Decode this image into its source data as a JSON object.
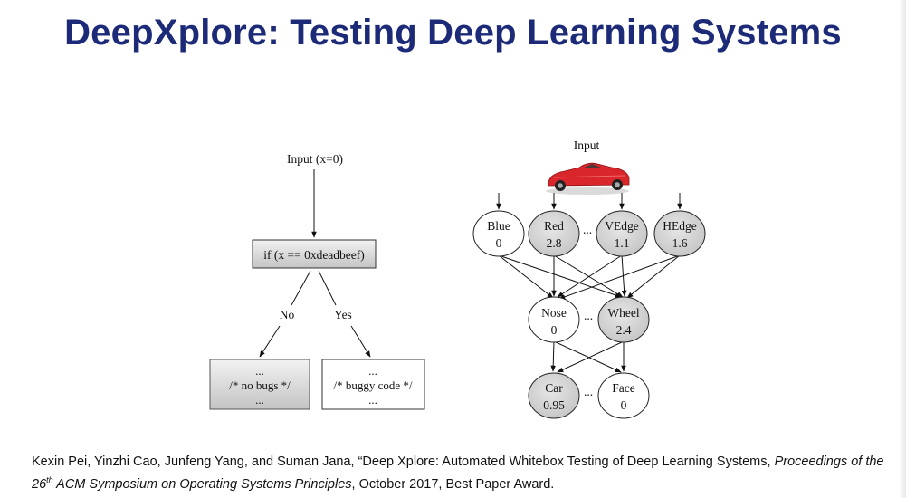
{
  "title": "DeepXplore: Testing Deep Learning Systems",
  "program_diagram": {
    "input_label": "Input (x=0)",
    "condition": "if (x == 0xdeadbeef)",
    "no_label": "No",
    "yes_label": "Yes",
    "no_box": [
      "...",
      "/* no bugs */",
      "..."
    ],
    "yes_box": [
      "...",
      "/* buggy code */",
      "..."
    ]
  },
  "network_diagram": {
    "input_label": "Input",
    "input_image": "red-sports-car",
    "input_layer": [
      {
        "name": "Blue",
        "value": "0",
        "shaded": false
      },
      {
        "name": "Red",
        "value": "2.8",
        "shaded": true
      },
      {
        "name": "VEdge",
        "value": "1.1",
        "shaded": true
      },
      {
        "name": "HEdge",
        "value": "1.6",
        "shaded": true
      }
    ],
    "hidden_layer": [
      {
        "name": "Nose",
        "value": "0",
        "shaded": false
      },
      {
        "name": "Wheel",
        "value": "2.4",
        "shaded": true
      }
    ],
    "output_layer": [
      {
        "name": "Car",
        "value": "0.95",
        "shaded": true
      },
      {
        "name": "Face",
        "value": "0",
        "shaded": false
      }
    ],
    "ellipsis": "...",
    "colors": {
      "shaded_node": "#d4d4d4",
      "car_body": "#d8262b"
    }
  },
  "citation": {
    "part1": "Kexin Pei, Yinzhi Cao, Junfeng Yang, and Suman Jana, “Deep Xplore: Automated Whitebox Testing of Deep Learning Systems, ",
    "italic1": "Proceedings of the 26",
    "sup": "th",
    "italic2": " ACM Symposium on Operating Systems Principles",
    "part2": ", October 2017, Best Paper Award."
  }
}
